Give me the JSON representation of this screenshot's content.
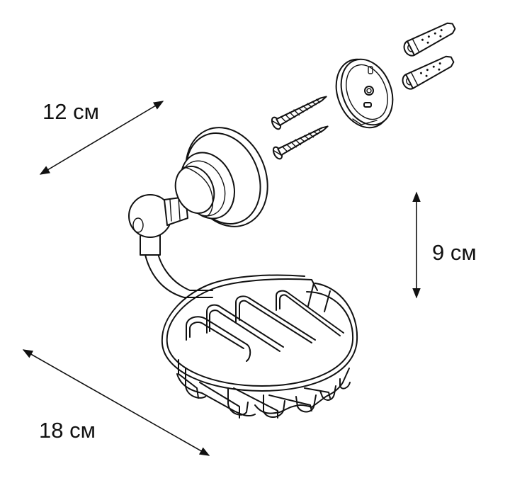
{
  "dimensions": {
    "depth": "12 см",
    "height": "9 см",
    "width": "18 см"
  },
  "parts": {
    "wall_plugs_count": 2,
    "screws_count": 2
  },
  "icons": [
    "wall-plug-icon",
    "screw-icon",
    "mounting-plate-icon",
    "soap-dish-icon"
  ]
}
